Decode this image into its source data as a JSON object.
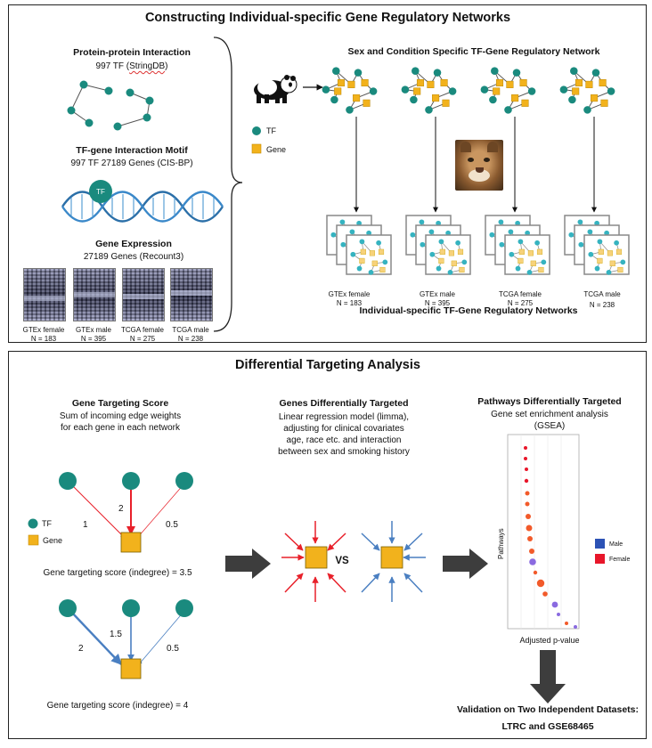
{
  "top": {
    "title": "Constructing Individual-specific Gene Regulatory Networks",
    "ppi": {
      "title": "Protein-protein Interaction",
      "subtitle_prefix": "997 TF (",
      "subtitle_link": "StringDB",
      "subtitle_suffix": ")"
    },
    "motif": {
      "title": "TF-gene Interaction Motif",
      "subtitle": "997 TF 27189 Genes (CIS-BP)",
      "tf_label": "TF"
    },
    "expression": {
      "title": "Gene Expression",
      "subtitle": "27189 Genes (Recount3)"
    },
    "datasets": [
      {
        "name": "GTEx female",
        "n": "N = 183"
      },
      {
        "name": "GTEx male",
        "n": "N = 395"
      },
      {
        "name": "TCGA female",
        "n": "N = 275"
      },
      {
        "name": "TCGA  male",
        "n": "N = 238"
      }
    ],
    "legend": {
      "tf": "TF",
      "gene": "Gene"
    },
    "network_title": "Sex and Condition Specific TF-Gene Regulatory Network",
    "individual_title": "Individual-specific TF-Gene Regulatory Networks",
    "right_datasets": [
      {
        "name": "GTEx female",
        "n": "N = 183"
      },
      {
        "name": "GTEx male",
        "n": "N = 395"
      },
      {
        "name": "TCGA  female",
        "n": "N = 275"
      },
      {
        "name": "TCGA  male",
        "n": "N = 238"
      }
    ]
  },
  "bottom": {
    "title": "Differential Targeting Analysis",
    "score": {
      "title": "Gene Targeting Score",
      "line1": "Sum of incoming edge weights",
      "line2": "for each gene in each network"
    },
    "legend": {
      "tf": "TF",
      "gene": "Gene"
    },
    "example1": {
      "weights": [
        "1",
        "2",
        "0.5"
      ],
      "caption": "Gene targeting score (indegree) = 3.5"
    },
    "example2": {
      "weights": [
        "2",
        "1.5",
        "0.5"
      ],
      "caption": "Gene targeting score (indegree) = 4"
    },
    "genes_diff": {
      "title": "Genes Differentially Targeted",
      "lines": [
        "Linear regression model (limma),",
        "adjusting for clinical covariates",
        "age, race etc. and interaction",
        "between sex and smoking history"
      ]
    },
    "vs": "VS",
    "pathways": {
      "title": "Pathways Differentially Targeted",
      "line1": "Gene set enrichment analysis",
      "line2": "(GSEA)"
    },
    "gsea_plot": {
      "ylabel": "Pathways",
      "xlabel": "Adjusted p-value",
      "legend_male": "Male",
      "legend_female": "Female"
    },
    "validation": {
      "line1": "Validation on Two Independent Datasets:",
      "line2": "LTRC and GSE68465"
    }
  },
  "colors": {
    "tf": "#1a8a7e",
    "node_light": "#35b3c0",
    "gene": "#f2b21c",
    "red": "#e8202a",
    "blue": "#4a7fc1",
    "arrow": "#3d3d3d",
    "male": "#2c52b5",
    "female": "#e8162a",
    "female_dot": "#f25a2a",
    "male_dot": "#8a6ae0"
  }
}
